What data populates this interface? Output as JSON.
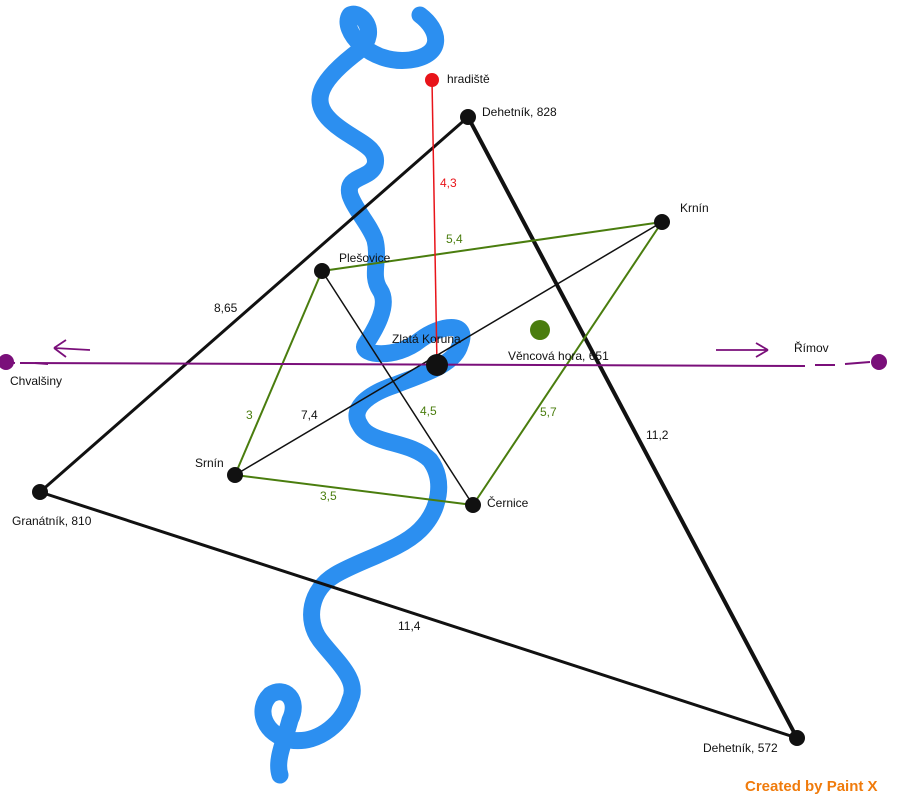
{
  "colors": {
    "black": "#111111",
    "green": "#4a7d0e",
    "red": "#e8141a",
    "purple": "#7a0f7a",
    "river": "#2c8ff0",
    "credit": "#f07b0c"
  },
  "places": {
    "hradiste": "hradiště",
    "dehetnik_north": "Dehetník, 828",
    "krnin": "Krnín",
    "plesovice": "Plešovice",
    "zlata_koruna": "Zlatá Koruna",
    "vencova_hora": "Věncová hora, 651",
    "srnin": "Srnín",
    "cernice": "Černice",
    "granatnik": "Granátník, 810",
    "dehetnik_south": "Dehetník, 572",
    "chvalsiny": "Chvalšiny",
    "rimov": "Římov"
  },
  "distances": {
    "hradiste_zlata_koruna": "4,3",
    "plesovice_krnin": "5,4",
    "granatnik_dehetnik_north": "8,65",
    "srnin_plesovice": "3",
    "srnin_krnin": "7,4",
    "plesovice_cernice": "4,5",
    "cernice_krnin": "5,7",
    "dehetnik_north_dehetnik_south": "11,2",
    "srnin_cernice": "3,5",
    "granatnik_dehetnik_south": "11,4"
  },
  "credit": "Created by Paint X"
}
